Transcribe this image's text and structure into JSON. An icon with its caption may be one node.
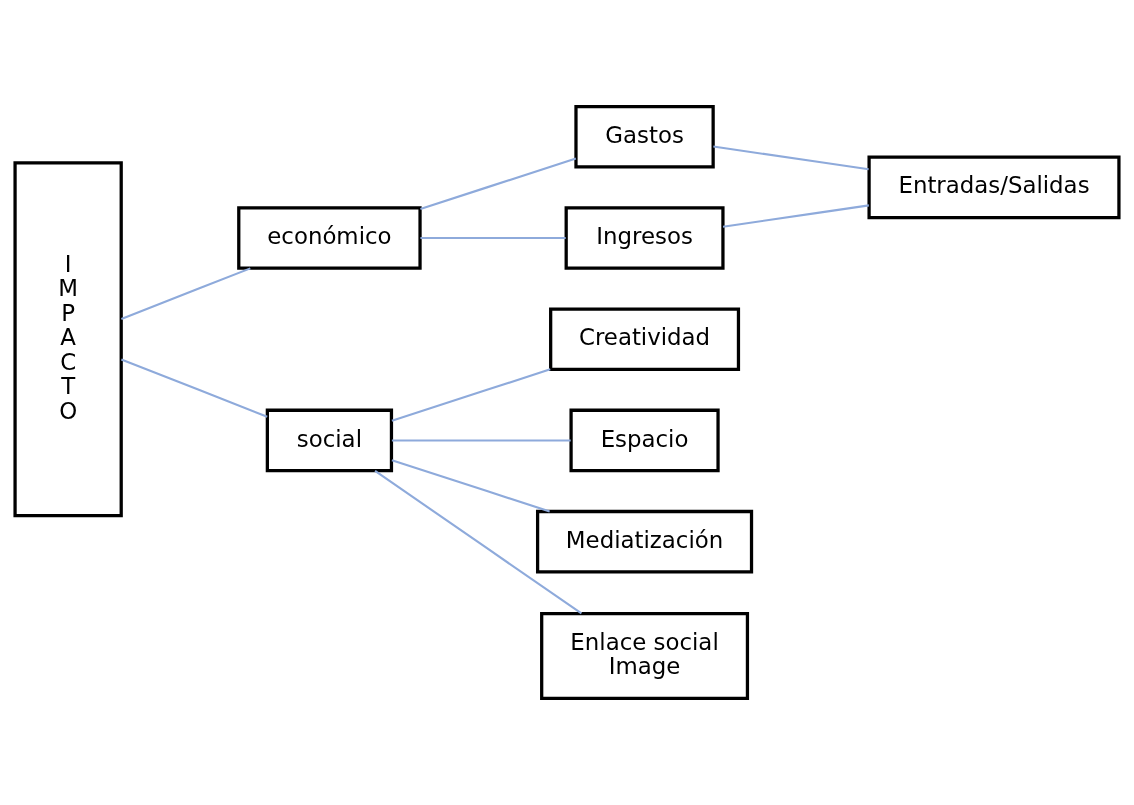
{
  "diagram": {
    "nodes": [
      {
        "text": [
          "IMPACTO"
        ]
      },
      {
        "text": [
          "económico"
        ]
      },
      {
        "text": [
          "social"
        ]
      },
      {
        "text": [
          "Gastos"
        ]
      },
      {
        "text": [
          "Ingresos"
        ]
      },
      {
        "text": [
          "Entradas/Salidas"
        ]
      },
      {
        "text": [
          "Creatividad"
        ]
      },
      {
        "text": [
          "Espacio"
        ]
      },
      {
        "text": [
          "Mediatización"
        ]
      },
      {
        "text": [
          "Enlace social Image"
        ]
      }
    ],
    "edges": [
      {
        "from": 0,
        "to": 1,
        "arrow": "none"
      },
      {
        "from": 0,
        "to": 2,
        "arrow": "none"
      },
      {
        "from": 1,
        "to": 3,
        "arrow": "none"
      },
      {
        "from": 1,
        "to": 4,
        "arrow": "none"
      },
      {
        "from": 3,
        "to": 5,
        "arrow": "none"
      },
      {
        "from": 4,
        "to": 5,
        "arrow": "none"
      },
      {
        "from": 2,
        "to": 6,
        "arrow": "none"
      },
      {
        "from": 2,
        "to": 7,
        "arrow": "none"
      },
      {
        "from": 2,
        "to": 8,
        "arrow": "none"
      },
      {
        "from": 2,
        "to": 9,
        "arrow": "none"
      }
    ]
  }
}
